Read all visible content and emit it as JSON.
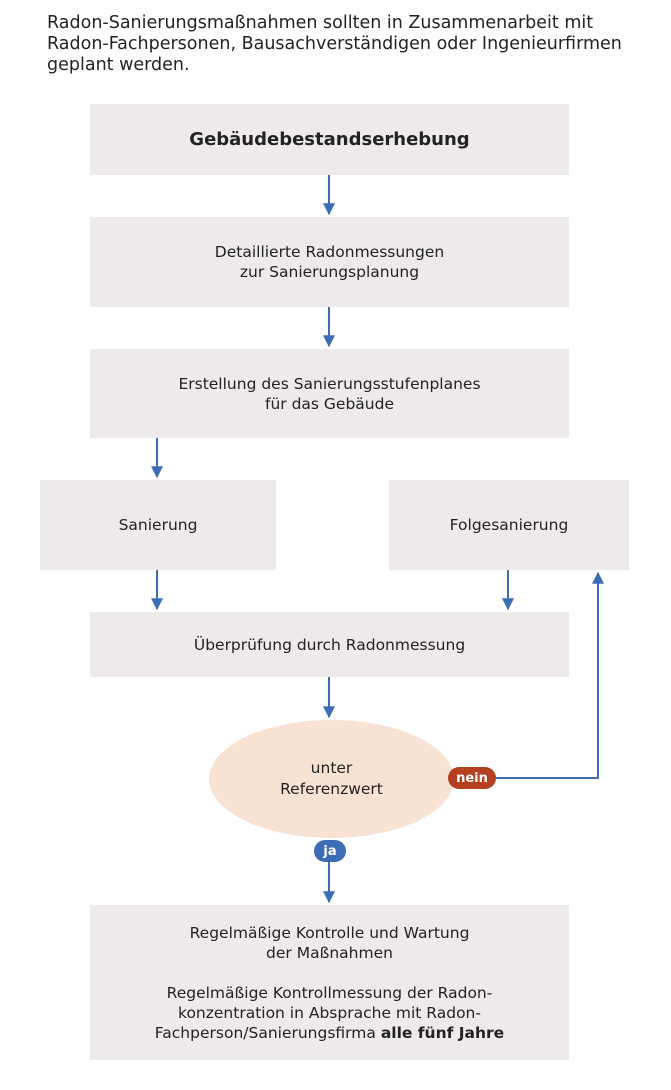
{
  "intro": "Radon-Sanierungsmaßnahmen sollten in Zusammenarbeit mit Radon-Fachpersonen, Bausachverständigen oder Ingenieurfirmen geplant werden.",
  "steps": {
    "assessment": "Gebäudebestandserhebung",
    "measurements_l1": "Detaillierte Radonmessungen",
    "measurements_l2": "zur Sanierungsplanung",
    "plan_l1": "Erstellung des Sanierungsstufenplanes",
    "plan_l2": "für das Gebäude",
    "remediation": "Sanierung",
    "follow_up": "Folgesanierung",
    "verification": "Überprüfung durch Radonmessung",
    "decision_l1": "unter",
    "decision_l2": "Referenzwert",
    "maintenance_l1": "Regelmäßige Kontrolle und Wartung",
    "maintenance_l2": "der Maßnahmen",
    "control_l1": "Regelmäßige Kontrollmessung der Radon-",
    "control_l2": "konzentration in Absprache mit Radon-",
    "control_l3a": "Fachperson/Sanierungsfirma ",
    "control_l3b": "alle fünf Jahre"
  },
  "labels": {
    "no": "nein",
    "yes": "ja"
  },
  "colors": {
    "box": "#eeeaeb",
    "decision": "#f7e2d4",
    "arrow": "#3d6cb6",
    "no_badge": "#b5401f",
    "yes_badge": "#3d6cb6"
  }
}
